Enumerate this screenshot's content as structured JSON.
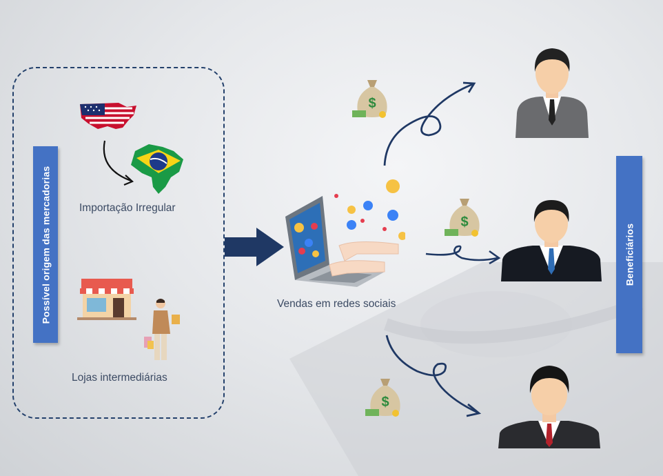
{
  "left_panel": {
    "vertical_label": "Possível origem das mercadorias",
    "import_caption": "Importação Irregular",
    "stores_caption": "Lojas intermediárias"
  },
  "center": {
    "caption": "Vendas em redes sociais"
  },
  "right_panel": {
    "vertical_label": "Beneficiários"
  },
  "colors": {
    "accent_blue": "#4472c4",
    "navy": "#1f3864",
    "dashed_border": "#23406b"
  },
  "icons": [
    "usa-map-icon",
    "brazil-map-icon",
    "store-icon",
    "shopper-icon",
    "laptop-social-icon",
    "money-bag-icon",
    "businessman-icon"
  ]
}
